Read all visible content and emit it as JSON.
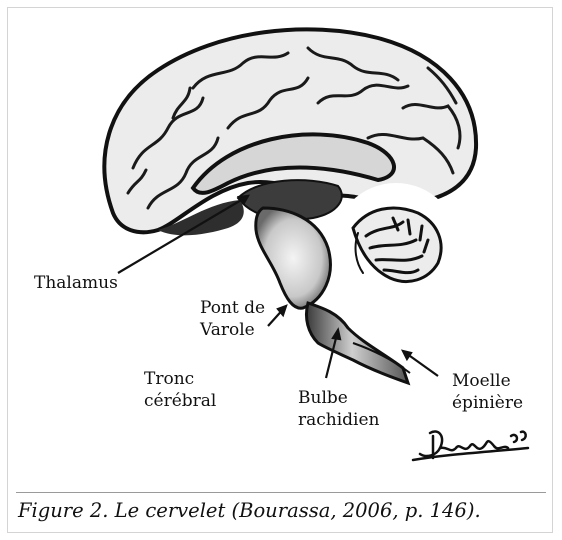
{
  "figure": {
    "labels": {
      "thalamus": "Thalamus",
      "pont_line1": "Pont de",
      "pont_line2": "Varole",
      "tronc_line1": "Tronc",
      "tronc_line2": "cérébral",
      "bulbe_line1": "Bulbe",
      "bulbe_line2": "rachidien",
      "moelle_line1": "Moelle",
      "moelle_line2": "épinière"
    },
    "signature": "Dwindson 05"
  },
  "caption": "Figure 2. Le cervelet (Bourassa, 2006, p. 146)."
}
